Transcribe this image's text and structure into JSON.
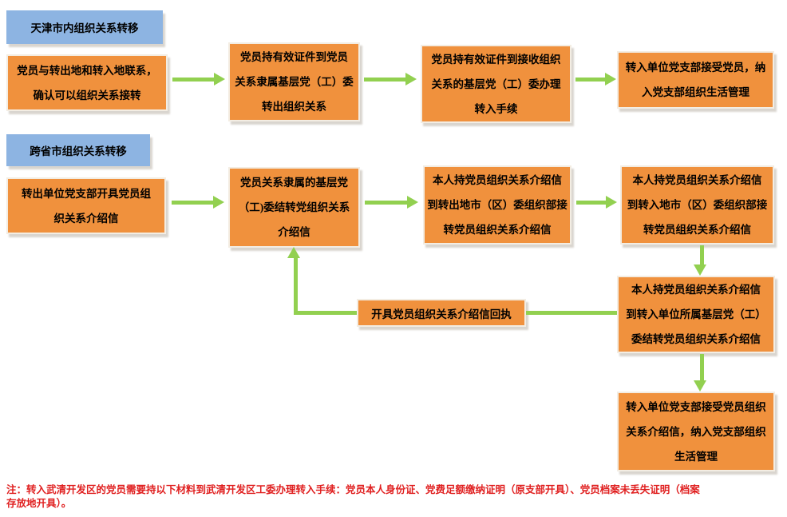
{
  "colors": {
    "box_fill": "#F0913D",
    "box_border": "#F3EDE3",
    "header_fill": "#8DB4E2",
    "arrow_green": "#92D050",
    "note_red": "#E02020",
    "text": "#000000",
    "background": "#FFFFFF"
  },
  "sections": {
    "s1": {
      "title": "天津市内组织关系转移"
    },
    "s2": {
      "title": "跨省市组织关系转移"
    }
  },
  "flow1": {
    "nodes": [
      {
        "lines": [
          "党员与转出地和转入地联系，",
          "确认可以组织关系接转"
        ]
      },
      {
        "lines": [
          "党员持有效证件到党员",
          "关系隶属基层党（工）委",
          "转出组织关系"
        ]
      },
      {
        "lines": [
          "党员持有效证件到接收组织",
          "关系的基层党（工）委办理",
          "转入手续"
        ]
      },
      {
        "lines": [
          "转入单位党支部接受党员，纳",
          "入党支部组织生活管理"
        ]
      }
    ]
  },
  "flow2": {
    "nodes": [
      {
        "lines": [
          "转出单位党支部开具党员组",
          "织关系介绍信"
        ]
      },
      {
        "lines": [
          "党员关系隶属的基层党",
          "（工)委结转党组织关系",
          "介绍信"
        ]
      },
      {
        "lines": [
          "本人持党员组织关系介绍信",
          "到转出地市（区）委组织部接",
          "转党员组织关系介绍信"
        ]
      },
      {
        "lines": [
          "本人持党员组织关系介绍信",
          "到转入地市（区）委组织部接",
          "转党员组织关系介绍信"
        ]
      },
      {
        "lines": [
          "本人持党员组织关系介绍信",
          "到转入单位所属基层党（工）",
          "委结转党员组织关系介绍信"
        ]
      },
      {
        "lines": [
          "开具党员组织关系介绍信回执"
        ]
      },
      {
        "lines": [
          "转入单位党支部接受党员组织",
          "关系介绍信，纳入党支部组织",
          "生活管理"
        ]
      }
    ]
  },
  "note": {
    "lines": [
      "注：转入武清开发区的党员需要持以下材料到武清开发区工委办理转入手续：党员本人身份证、党费足额缴纳证明（原支部开具）、党员档案未丢失证明（档案",
      "存放地开具）。"
    ]
  }
}
